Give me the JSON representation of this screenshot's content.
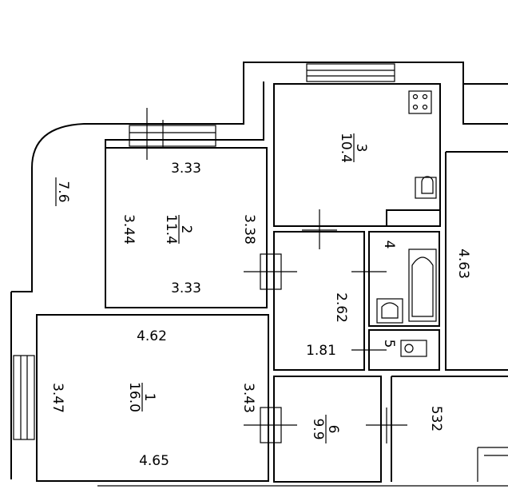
{
  "rooms": [
    {
      "id": "1",
      "area": "16.0"
    },
    {
      "id": "2",
      "area": "11.4"
    },
    {
      "id": "3",
      "area": "10.4"
    },
    {
      "id": "4"
    },
    {
      "id": "5"
    },
    {
      "id": "6",
      "area": "9.9"
    }
  ],
  "dimensions": {
    "balcony": "7.6",
    "room2_top": "3.33",
    "room2_bottom": "3.33",
    "room2_left": "3.44",
    "room2_right": "3.38",
    "room1_top": "4.62",
    "room1_bottom": "4.65",
    "room1_left": "3.47",
    "room1_right": "3.43",
    "hall_width": "1.81",
    "hall_length": "2.62",
    "corridor_length": "4.63",
    "right_area": "532"
  }
}
